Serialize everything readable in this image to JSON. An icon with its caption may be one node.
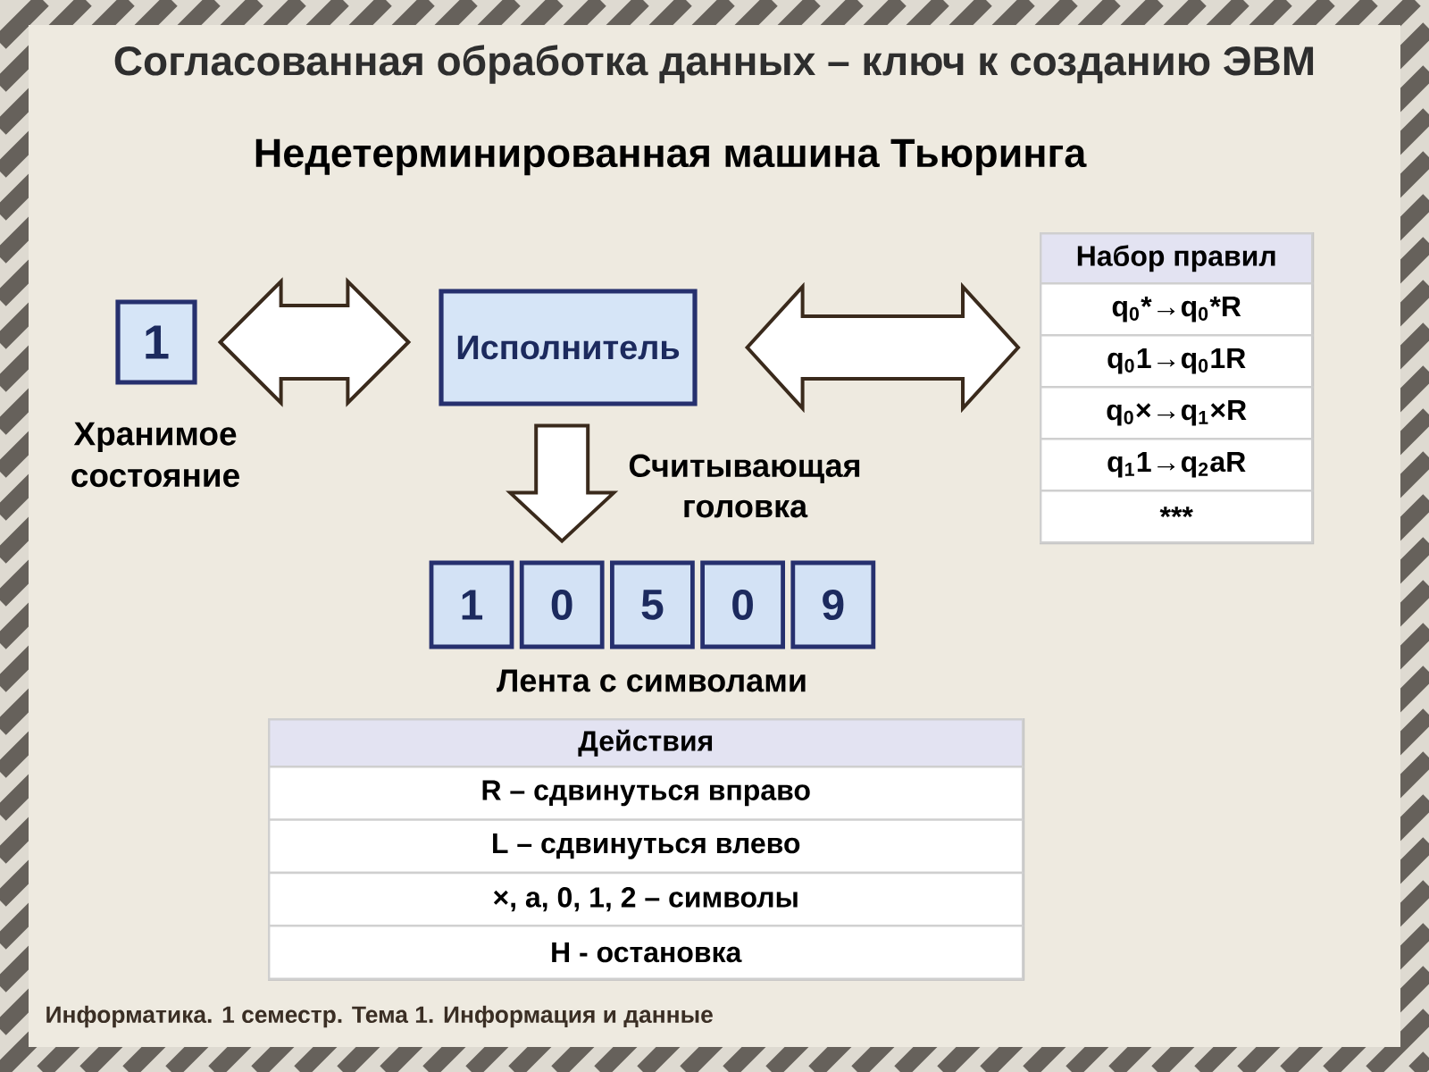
{
  "diagram": {
    "title": "Согласованная обработка данных – ключ к созданию ЭВМ",
    "nodes": [
      {
        "text": [
          "1"
        ],
        "beside": [
          "Хранимое состояние"
        ]
      },
      {
        "text": [
          "Исполнитель"
        ]
      },
      {
        "text": [
          "Набор правил",
          "q$_{0}$*→q$_{0}$*R",
          "q$_{0}$1→q$_{0}$1R",
          "q$_{0}$×→q$_{1}$×R",
          "q$_{1}$1→q$_{2}$aR",
          "***"
        ]
      },
      {
        "text": [
          "1"
        ]
      },
      {
        "text": [
          "0"
        ]
      },
      {
        "text": [
          "5"
        ]
      },
      {
        "text": [
          "0"
        ]
      },
      {
        "text": [
          "9"
        ]
      },
      {
        "text": [
          "Действия",
          "R – сдвинуться вправо",
          "L – сдвинуться влево",
          "×, a, 0, 1, 2 – символы",
          "H - остановка"
        ]
      }
    ],
    "edges": [
      {
        "from": 0,
        "to": 1,
        "arrow": "both"
      },
      {
        "from": 1,
        "to": 2,
        "arrow": "both"
      },
      {
        "from": 1,
        "to": 4,
        "arrow": "to",
        "label": "Считывающая головка"
      }
    ],
    "labels": [
      "Недетерминированная машина Тьюринга",
      "Лента с символами",
      "Информатика. 1 семестр. Тема 1. Информация и данные"
    ]
  }
}
